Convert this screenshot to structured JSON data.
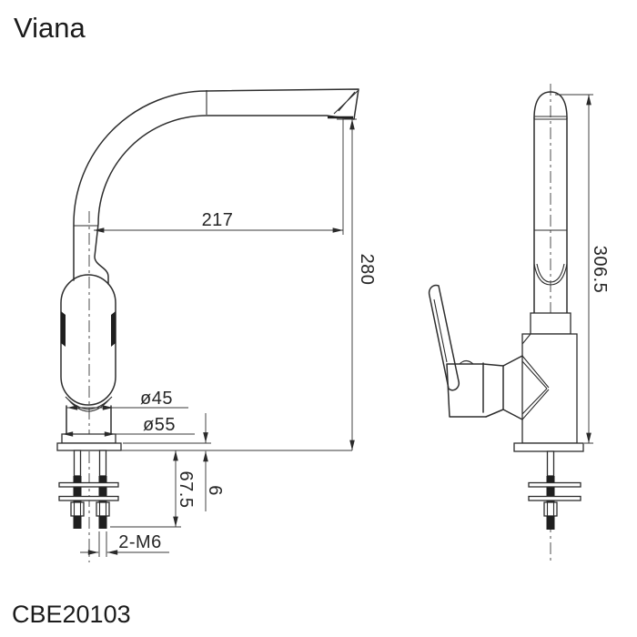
{
  "page": {
    "background": "#ffffff"
  },
  "title": "Viana",
  "model": "CBE20103",
  "drawing": {
    "line_color": "#2d2d2d",
    "text_color": "#262626",
    "dimensions": {
      "spout_reach": "217",
      "spout_height": "280",
      "overall_height": "306.5",
      "body_diameter": "ø45",
      "base_diameter": "ø55",
      "shank_length": "67.5",
      "deck_thickness": "6",
      "mounting_thread": "2-M6"
    }
  }
}
